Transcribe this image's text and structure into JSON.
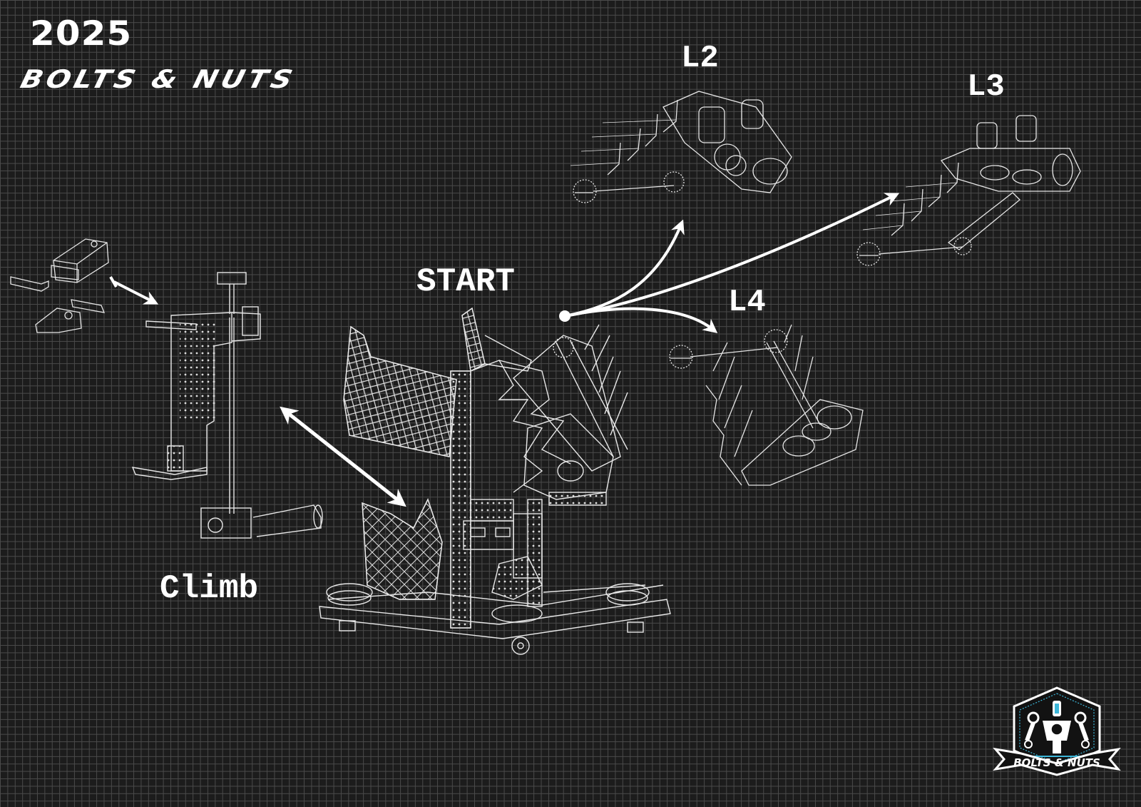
{
  "poster": {
    "year": "2025",
    "team_name": "BOLTS & NUTS",
    "background_color": "#1c1c1c",
    "grid_color": "#4a4a4a",
    "line_color": "#ffffff"
  },
  "labels": {
    "start": "START",
    "l2": "L2",
    "l3": "L3",
    "l4": "L4",
    "climb": "Climb"
  },
  "diagram": {
    "start_node": "start-point",
    "arrows": [
      {
        "from": "START",
        "to": "L2"
      },
      {
        "from": "START",
        "to": "L3"
      },
      {
        "from": "START",
        "to": "L4"
      },
      {
        "from": "START",
        "to": "Climb",
        "bidirectional": true
      },
      {
        "from": "climb-parts",
        "to": "climb-mechanism"
      }
    ],
    "components": [
      "robot-start-configuration",
      "l2-scoring-mechanism",
      "l3-scoring-mechanism",
      "l4-scoring-mechanism",
      "climb-mechanism",
      "climb-exploded-parts"
    ]
  },
  "logo": {
    "text": "BOLTS & NUTS",
    "accent_color": "#3cb6d8"
  }
}
